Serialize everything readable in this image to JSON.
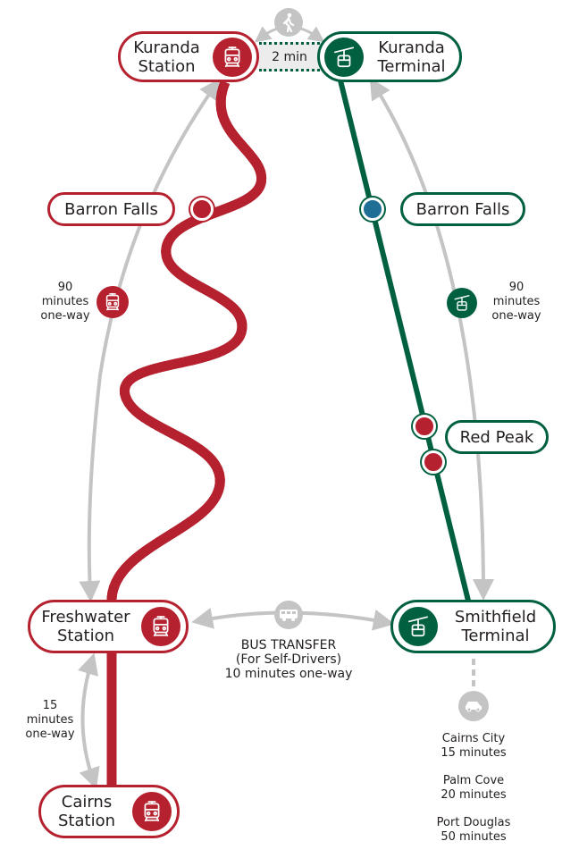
{
  "colors": {
    "rail": "#b5212e",
    "cable": "#00603f",
    "barron_cable": "#1f6e96",
    "grey": "#c4c4c4"
  },
  "stations": {
    "kuranda_station": "Kuranda Station",
    "kuranda_terminal": "Kuranda Terminal",
    "freshwater_station": "Freshwater Station",
    "smithfield_terminal": "Smithfield Terminal",
    "cairns_station": "Cairns Station"
  },
  "stops": {
    "barron_falls_rail": "Barron Falls",
    "barron_falls_cable": "Barron Falls",
    "red_peak": "Red Peak"
  },
  "walk": {
    "label": "2 min"
  },
  "rail_time": {
    "line1": "90",
    "line2": "minutes",
    "line3": "one-way"
  },
  "cable_time": {
    "line1": "90",
    "line2": "minutes",
    "line3": "one-way"
  },
  "cairns_time": {
    "line1": "15",
    "line2": "minutes",
    "line3": "one-way"
  },
  "bus": {
    "line1": "BUS TRANSFER",
    "line2": "(For Self-Drivers)",
    "line3": "10 minutes one-way"
  },
  "drive": [
    {
      "place": "Cairns City",
      "time": "15 minutes"
    },
    {
      "place": "Palm Cove",
      "time": "20 minutes"
    },
    {
      "place": "Port Douglas",
      "time": "50 minutes"
    }
  ]
}
